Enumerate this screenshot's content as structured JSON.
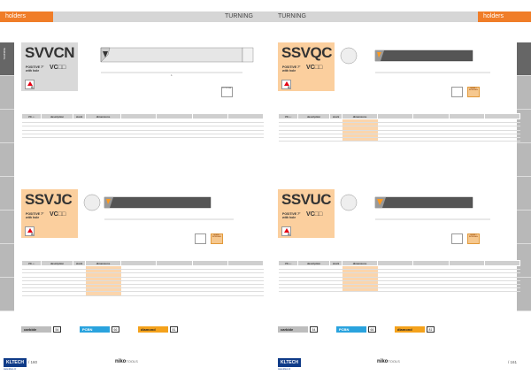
{
  "left_page": {
    "header_label": "holders",
    "section_label": "TURNING",
    "page_number": "/ 160",
    "side_tab_top": "TURNING"
  },
  "right_page": {
    "header_label": "holders",
    "section_label": "TURNING",
    "page_number": "/ 161"
  },
  "blocks": [
    {
      "title": "SVVCN",
      "subtitle": "POSITIVE 7° with hole",
      "insert": "VC□□",
      "extra_badge": "EXTERNAL",
      "orange": false
    },
    {
      "title": "SSVQC",
      "subtitle": "POSITIVE 7° with hole",
      "insert": "VC□□",
      "extra_badge": "BORE / INTERNAL",
      "orange": true
    },
    {
      "title": "SSVJC",
      "subtitle": "POSITIVE 7° with hole",
      "insert": "VC□□",
      "extra_badge": "BORE / INTERNAL",
      "orange": true
    },
    {
      "title": "SSVUC",
      "subtitle": "POSITIVE 7° with hole",
      "insert": "VC□□",
      "extra_badge": "BORE / INTERNAL",
      "orange": true
    }
  ],
  "table_headers": {
    "insert": "VC□□",
    "description": "description",
    "stock": "stock",
    "dimensions": "dimensions"
  },
  "legend": {
    "carbide": "carbide",
    "carbide_page": "54",
    "pcbn": "PCBN",
    "pcbn_page": "66",
    "diamond": "diamond",
    "diamond_page": "81"
  },
  "footer": {
    "kltech": "KLTECH",
    "site": "www.kltec.cz",
    "brand": "niko",
    "brand_suffix": "TOOLS"
  },
  "colors": {
    "orange": "#f07d28",
    "navy": "#0f3b88",
    "gray": "#d6d6d6"
  }
}
